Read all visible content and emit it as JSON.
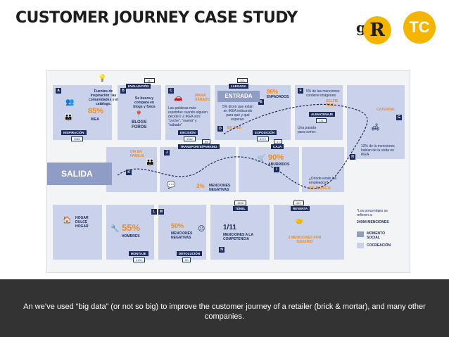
{
  "slide": {
    "title": "CUSTOMER JOURNEY CASE STUDY",
    "caption": "An we’ve used “big data” (or not so big) to improve the customer journey  of a retailer (brick & mortar), and many other companies."
  },
  "logos": {
    "left": "R",
    "right": "TC"
  },
  "colors": {
    "title": "#1c1c1c",
    "accent": "#f4b400",
    "navy": "#1b2b5a",
    "orange": "#f08a1f",
    "zone": "#c9d2ea",
    "caption_bg": "#333333"
  },
  "infographic": {
    "letters": [
      "A",
      "B",
      "C",
      "D",
      "E",
      "F",
      "G",
      "H",
      "I",
      "J",
      "K",
      "L",
      "M",
      "N"
    ],
    "stages": {
      "inspiracion": {
        "label": "INSPIRACIÓN",
        "count": "3060"
      },
      "evaluacion": {
        "label": "EVALUACIÓN",
        "count": "147"
      },
      "decision": {
        "label": "DECISIÓN",
        "count": "3062"
      },
      "transporte": {
        "label": "TRANSPORTE/PARKING",
        "count": "95"
      },
      "llegada": {
        "label": "LLEGADA",
        "count": "321"
      },
      "exposicion": {
        "label": "EXPOSICIÓN",
        "count": "8974"
      },
      "caja": {
        "label": "CAJA",
        "count": "47"
      },
      "almacenaje": {
        "label": "ALMACENAJE",
        "count": "731"
      },
      "montaje": {
        "label": "MONTAJE",
        "count": "4191"
      },
      "devolucion": {
        "label": "DEVOLUCIÓN",
        "count": "60"
      },
      "tunel": {
        "label": "TÚNEL",
        "count": "1896"
      },
      "reventa": {
        "label": "REVENTA",
        "count": "497"
      }
    },
    "texts": {
      "fuentes": "Fuentes de inspiración: las comunidades y el catálogo.",
      "fuentes_pct": "85%",
      "fuentes_brand": "IKEA",
      "se_busca": "Se busca y compara en blogs y foros",
      "blogs": "BLOGS FOROS",
      "mama": "MAMÁ SÁBADO",
      "palabras": "Las palabras más repetidas cuando alguien decide ir a IKEA son: “coche”, “mamá” y “sábado”",
      "entrada": "ENTRADA",
      "dicen": "5% dicen que están en IKEA indicando para qué y qué esperan.",
      "en_ikea": "EN IKEA",
      "pct96": "96%",
      "enfadados": "ENFADADOS",
      "menciones_cortas": "5% de las menciones contiene imágenes.",
      "selfie": "SELFIE TIME",
      "parada": "Una parada para comer.",
      "catering": "CATERING",
      "visita": "12% de la menciones hablan de la visita en IKEA",
      "dia_familia": "DÍA EN FAMILIA",
      "salida": "SALIDA",
      "pct90": "90%",
      "aburridos": "ABURRIDOS",
      "pct3": "3%",
      "negativas_small": "MENCIONES NEGATIVAS",
      "donde": "¿Dónde están los empleados?",
      "se_busca2": "SE BUSCA",
      "hogar": "HOGAR DULCE HOGAR",
      "pct55": "55%",
      "hombres": "HOMBRES",
      "pct50": "50%",
      "negativas": "MENCIONES NEGATIVAS",
      "ratio": "1/11",
      "competencia": "MENCIONES A LA COMPETENCIA",
      "dos_menciones": "2 MENCIONES POR USUARIO",
      "porcentajes": "*Los porcentajes se refieren a:",
      "total": "24084 MENCIONES",
      "legend_social": "MOMENTO SOCIAL",
      "legend_cocreacion": "COCREACIÓN"
    }
  }
}
